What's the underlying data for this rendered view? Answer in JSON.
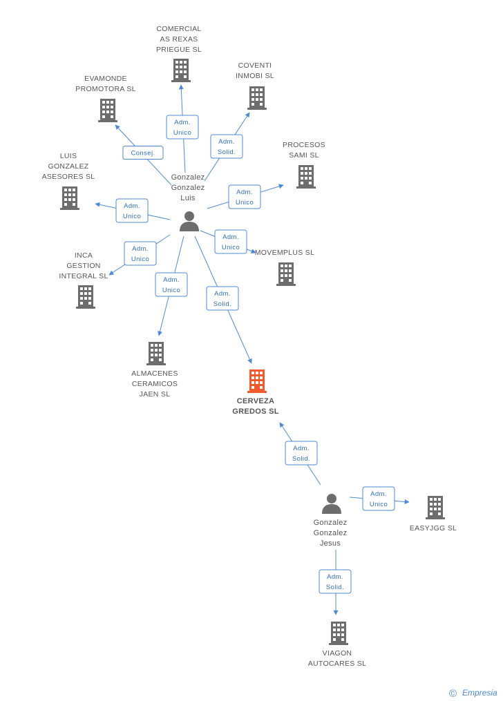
{
  "colors": {
    "edge": "#4a8ad6",
    "building": "#6d6d6d",
    "building_highlight": "#f15a2b",
    "person": "#6d6d6d"
  },
  "companies": [
    {
      "id": "comercial",
      "lines": [
        "COMERCIAL",
        "AS REXAS",
        "PRIEGUE SL"
      ],
      "icon": "building-icon"
    },
    {
      "id": "evamonde",
      "lines": [
        "EVAMONDE",
        "PROMOTORA SL"
      ],
      "icon": "building-icon"
    },
    {
      "id": "coventi",
      "lines": [
        "COVENTI",
        "INMOBI SL"
      ],
      "icon": "building-icon"
    },
    {
      "id": "procesos",
      "lines": [
        "PROCESOS",
        "SAMI SL"
      ],
      "icon": "building-icon"
    },
    {
      "id": "luisgonzalez",
      "lines": [
        "LUIS",
        "GONZALEZ",
        "ASESORES SL"
      ],
      "icon": "building-icon"
    },
    {
      "id": "movemplus",
      "lines": [
        "MOVEMPLUS SL"
      ],
      "icon": "building-icon"
    },
    {
      "id": "inca",
      "lines": [
        "INCA",
        "GESTION",
        "INTEGRAL SL"
      ],
      "icon": "building-icon"
    },
    {
      "id": "almacenes",
      "lines": [
        "ALMACENES",
        "CERAMICOS",
        "JAEN SL"
      ],
      "icon": "building-icon"
    },
    {
      "id": "cerveza",
      "lines": [
        "CERVEZA",
        "GREDOS SL"
      ],
      "icon": "building-icon",
      "highlight": true
    },
    {
      "id": "easyjgg",
      "lines": [
        "EASYJGG  SL"
      ],
      "icon": "building-icon"
    },
    {
      "id": "viagon",
      "lines": [
        "VIAGON",
        "AUTOCARES SL"
      ],
      "icon": "building-icon"
    }
  ],
  "persons": [
    {
      "id": "luis",
      "lines": [
        "Gonzalez",
        "Gonzalez",
        "Luis"
      ],
      "icon": "person-icon"
    },
    {
      "id": "jesus",
      "lines": [
        "Gonzalez",
        "Gonzalez",
        "Jesus"
      ],
      "icon": "person-icon"
    }
  ],
  "relations": [
    {
      "from": "luis",
      "to": "comercial",
      "role": [
        "Adm.",
        "Unico"
      ]
    },
    {
      "from": "luis",
      "to": "evamonde",
      "role": [
        "Consej."
      ]
    },
    {
      "from": "luis",
      "to": "coventi",
      "role": [
        "Adm.",
        "Solid."
      ]
    },
    {
      "from": "luis",
      "to": "procesos",
      "role": [
        "Adm.",
        "Unico"
      ]
    },
    {
      "from": "luis",
      "to": "luisgonzalez",
      "role": [
        "Adm.",
        "Unico"
      ]
    },
    {
      "from": "luis",
      "to": "movemplus",
      "role": [
        "Adm.",
        "Unico"
      ]
    },
    {
      "from": "luis",
      "to": "inca",
      "role": [
        "Adm.",
        "Unico"
      ]
    },
    {
      "from": "luis",
      "to": "almacenes",
      "role": [
        "Adm.",
        "Unico"
      ]
    },
    {
      "from": "luis",
      "to": "cerveza",
      "role": [
        "Adm.",
        "Solid."
      ]
    },
    {
      "from": "jesus",
      "to": "cerveza",
      "role": [
        "Adm.",
        "Solid."
      ]
    },
    {
      "from": "jesus",
      "to": "easyjgg",
      "role": [
        "Adm.",
        "Unico"
      ]
    },
    {
      "from": "jesus",
      "to": "viagon",
      "role": [
        "Adm.",
        "Solid."
      ]
    }
  ],
  "footer": {
    "copyright": "©",
    "brand": "Empresia"
  }
}
